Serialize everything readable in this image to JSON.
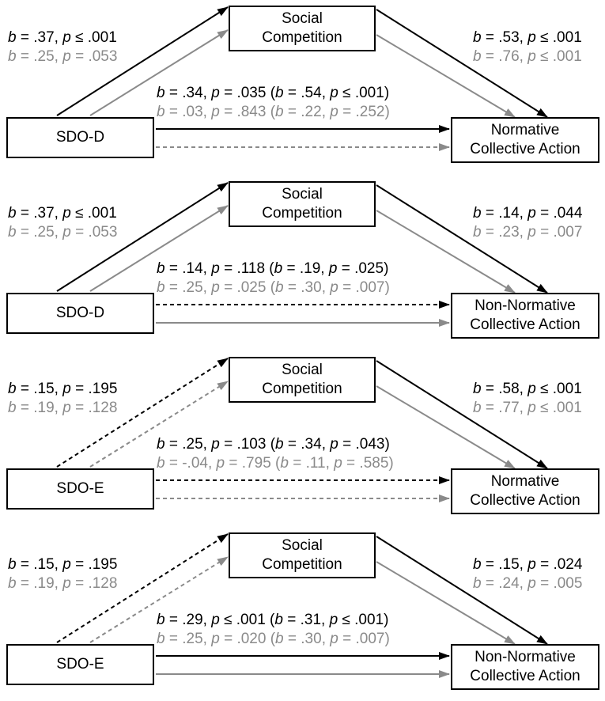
{
  "panels": [
    {
      "predictor": "SDO-D",
      "mediator": [
        "Social",
        "Competition"
      ],
      "outcome": [
        "Normative",
        "Collective Action"
      ],
      "a": {
        "black": {
          "b": ".37",
          "p": "p ≤ .001"
        },
        "gray": {
          "b": ".25",
          "p": "p = .053"
        },
        "black_dashed": false,
        "gray_dashed": false
      },
      "bpath": {
        "black": {
          "b": ".53",
          "p": "p ≤ .001"
        },
        "gray": {
          "b": ".76",
          "p": "p ≤ .001"
        }
      },
      "c": {
        "black": {
          "b": ".34",
          "p": "p = .035",
          "b2": ".54",
          "p2": "p ≤ .001"
        },
        "gray": {
          "b": ".03",
          "p": "p = .843",
          "b2": ".22",
          "p2": "p = .252"
        },
        "black_dashed": false,
        "gray_dashed": true
      }
    },
    {
      "predictor": "SDO-D",
      "mediator": [
        "Social",
        "Competition"
      ],
      "outcome": [
        "Non-Normative",
        "Collective Action"
      ],
      "a": {
        "black": {
          "b": ".37",
          "p": "p ≤ .001"
        },
        "gray": {
          "b": ".25",
          "p": "p = .053"
        },
        "black_dashed": false,
        "gray_dashed": false
      },
      "bpath": {
        "black": {
          "b": ".14",
          "p": "p = .044"
        },
        "gray": {
          "b": ".23",
          "p": "p = .007"
        }
      },
      "c": {
        "black": {
          "b": ".14",
          "p": "p = .118",
          "b2": ".19",
          "p2": "p = .025"
        },
        "gray": {
          "b": ".25",
          "p": "p = .025",
          "b2": ".30",
          "p2": "p = .007"
        },
        "black_dashed": true,
        "gray_dashed": false
      }
    },
    {
      "predictor": "SDO-E",
      "mediator": [
        "Social",
        "Competition"
      ],
      "outcome": [
        "Normative",
        "Collective Action"
      ],
      "a": {
        "black": {
          "b": ".15",
          "p": "p = .195"
        },
        "gray": {
          "b": ".19",
          "p": "p = .128"
        },
        "black_dashed": true,
        "gray_dashed": true
      },
      "bpath": {
        "black": {
          "b": ".58",
          "p": "p ≤ .001"
        },
        "gray": {
          "b": ".77",
          "p": "p ≤ .001"
        }
      },
      "c": {
        "black": {
          "b": ".25",
          "p": "p = .103",
          "b2": ".34",
          "p2": "p = .043"
        },
        "gray": {
          "b": "-.04",
          "p": "p = .795",
          "b2": ".11",
          "p2": "p = .585"
        },
        "black_dashed": true,
        "gray_dashed": true
      }
    },
    {
      "predictor": "SDO-E",
      "mediator": [
        "Social",
        "Competition"
      ],
      "outcome": [
        "Non-Normative",
        "Collective Action"
      ],
      "a": {
        "black": {
          "b": ".15",
          "p": "p = .195"
        },
        "gray": {
          "b": ".19",
          "p": "p = .128"
        },
        "black_dashed": true,
        "gray_dashed": true
      },
      "bpath": {
        "black": {
          "b": ".15",
          "p": "p = .024"
        },
        "gray": {
          "b": ".24",
          "p": "p = .005"
        }
      },
      "c": {
        "black": {
          "b": ".29",
          "p": "p ≤ .001",
          "b2": ".31",
          "p2": "p ≤ .001"
        },
        "gray": {
          "b": ".25",
          "p": "p = .020",
          "b2": ".30",
          "p2": "p = .007"
        },
        "black_dashed": false,
        "gray_dashed": false
      }
    }
  ],
  "colors": {
    "black": "#000000",
    "gray": "#8a8a8a"
  }
}
